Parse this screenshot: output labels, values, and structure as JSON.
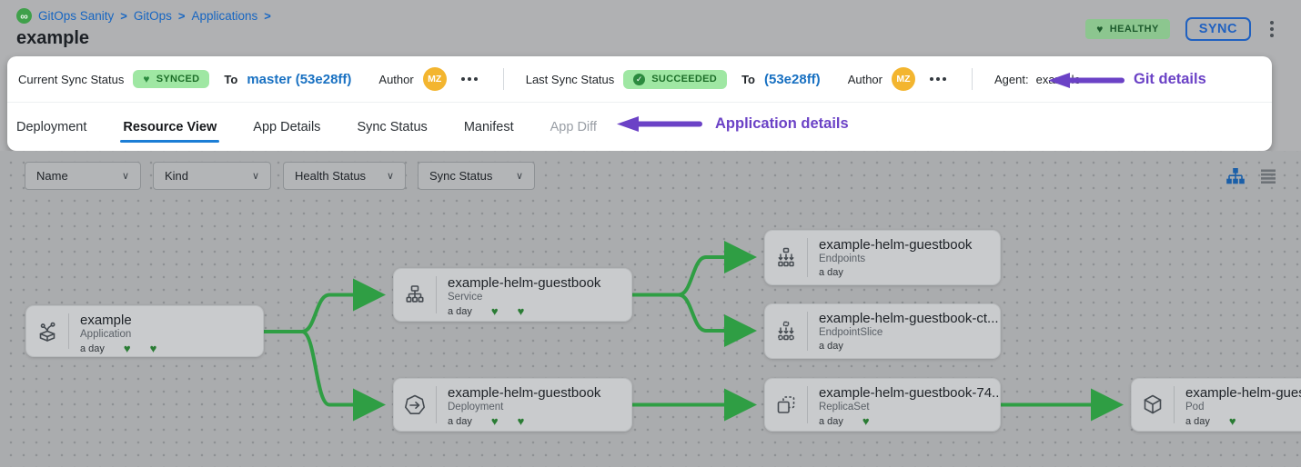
{
  "breadcrumb": {
    "items": [
      "GitOps Sanity",
      "GitOps",
      "Applications"
    ]
  },
  "page": {
    "title": "example"
  },
  "header": {
    "health_badge": "HEALTHY",
    "sync_button": "SYNC"
  },
  "status_bar": {
    "current": {
      "label": "Current Sync Status",
      "status": "SYNCED",
      "to_label": "To",
      "revision": "master (53e28ff)",
      "author_label": "Author",
      "author_initials": "MZ"
    },
    "last": {
      "label": "Last Sync Status",
      "status": "SUCCEEDED",
      "to_label": "To",
      "revision": "(53e28ff)",
      "author_label": "Author",
      "author_initials": "MZ"
    },
    "agent": {
      "label": "Agent:",
      "value": "example"
    }
  },
  "annotations": {
    "git_details": "Git details",
    "application_details": "Application details"
  },
  "tabs": [
    {
      "label": "Deployment",
      "active": false
    },
    {
      "label": "Resource View",
      "active": true
    },
    {
      "label": "App Details",
      "active": false
    },
    {
      "label": "Sync Status",
      "active": false
    },
    {
      "label": "Manifest",
      "active": false
    },
    {
      "label": "App Diff",
      "active": false,
      "disabled": true
    }
  ],
  "filters": [
    {
      "label": "Name"
    },
    {
      "label": "Kind"
    },
    {
      "label": "Health Status"
    },
    {
      "label": "Sync Status"
    }
  ],
  "view_toggles": {
    "tree": "tree-view-icon",
    "list": "list-view-icon"
  },
  "graph": {
    "nodes": [
      {
        "title": "example",
        "kind": "Application",
        "age": "a day",
        "hearts": 2,
        "icon": "application-icon"
      },
      {
        "title": "example-helm-guestbook",
        "kind": "Service",
        "age": "a day",
        "hearts": 2,
        "icon": "service-icon"
      },
      {
        "title": "example-helm-guestbook",
        "kind": "Deployment",
        "age": "a day",
        "hearts": 2,
        "icon": "deployment-icon"
      },
      {
        "title": "example-helm-guestbook",
        "kind": "Endpoints",
        "age": "a day",
        "hearts": 0,
        "icon": "endpoints-icon"
      },
      {
        "title": "example-helm-guestbook-ct...",
        "kind": "EndpointSlice",
        "age": "a day",
        "hearts": 0,
        "icon": "endpointslice-icon"
      },
      {
        "title": "example-helm-guestbook-74...",
        "kind": "ReplicaSet",
        "age": "a day",
        "hearts": 1,
        "icon": "replicaset-icon"
      },
      {
        "title": "example-helm-guest",
        "kind": "Pod",
        "age": "a day",
        "hearts": 1,
        "icon": "pod-icon"
      }
    ]
  },
  "colors": {
    "accent_blue": "#1c7ed6",
    "link_blue": "#1766c2",
    "edge_green": "#2f9e44",
    "badge_green": "#9fe7a3",
    "badge_text_green": "#1c6e28",
    "health_badge_green": "#8cc68f",
    "annotation_purple": "#6b42c6",
    "avatar_yellow": "#f3b52f",
    "heart_green": "#2a7c34"
  }
}
